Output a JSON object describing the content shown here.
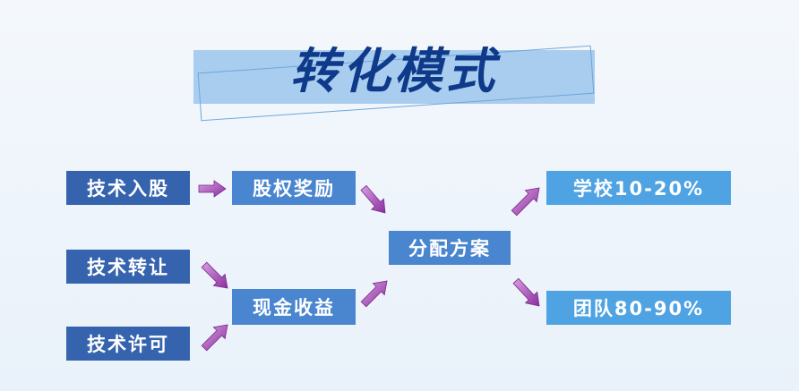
{
  "title": "转化模式",
  "sources": [
    "技术入股",
    "技术转让",
    "技术许可"
  ],
  "middle": [
    "股权奖励",
    "现金收益"
  ],
  "center": "分配方案",
  "outcomes": [
    "学校10-20%",
    "团队80-90%"
  ],
  "colors": {
    "title_text": "#0f3a8a",
    "title_band": "#a9cdef",
    "box_dark": "#3563ad",
    "box_mid": "#4a86cf",
    "box_light": "#4fa3e2",
    "arrow": "#a050b0"
  }
}
